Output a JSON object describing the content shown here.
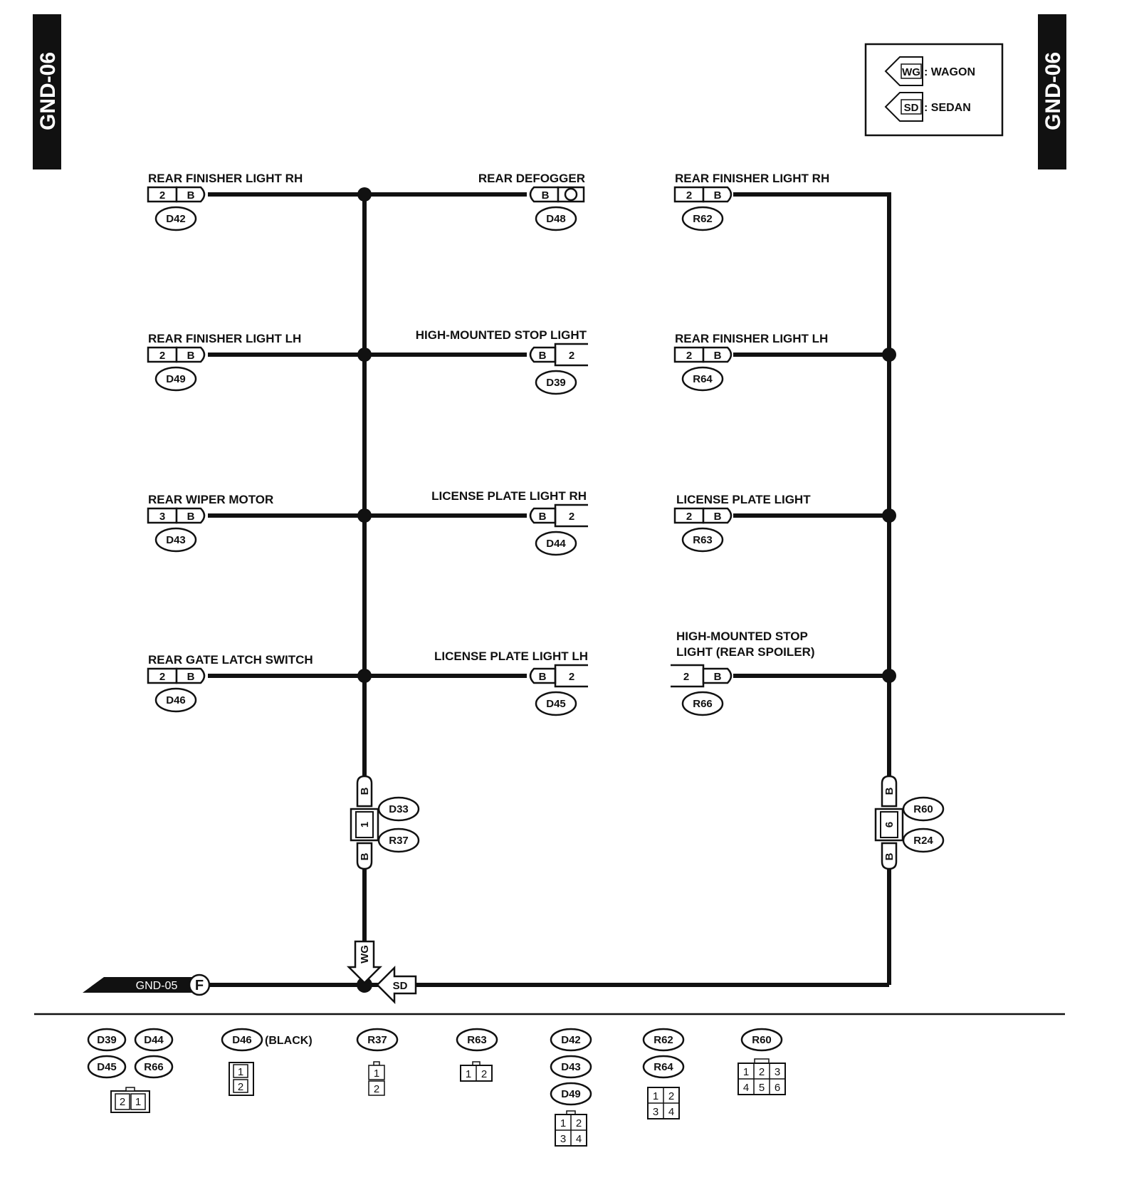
{
  "page": {
    "code_left": "GND-06",
    "code_right": "GND-06"
  },
  "legend": {
    "wagon_tag": "WG",
    "wagon_label": ": WAGON",
    "sedan_tag": "SD",
    "sedan_label": ": SEDAN"
  },
  "wagon_left": [
    {
      "label": "REAR FINISHER LIGHT RH",
      "pins": [
        "2",
        "B"
      ],
      "connector": "D42"
    },
    {
      "label": "REAR FINISHER LIGHT LH",
      "pins": [
        "2",
        "B"
      ],
      "connector": "D49"
    },
    {
      "label": "REAR WIPER MOTOR",
      "pins": [
        "3",
        "B"
      ],
      "connector": "D43"
    },
    {
      "label": "REAR GATE LATCH SWITCH",
      "pins": [
        "2",
        "B"
      ],
      "connector": "D46"
    }
  ],
  "wagon_right": [
    {
      "label": "REAR DEFOGGER",
      "pins": [
        "B"
      ],
      "connector": "D48"
    },
    {
      "label": "HIGH-MOUNTED STOP LIGHT",
      "pins": [
        "B",
        "2"
      ],
      "connector": "D39"
    },
    {
      "label": "LICENSE PLATE LIGHT RH",
      "pins": [
        "B",
        "2"
      ],
      "connector": "D44"
    },
    {
      "label": "LICENSE PLATE LIGHT LH",
      "pins": [
        "B",
        "2"
      ],
      "connector": "D45"
    }
  ],
  "sedan": [
    {
      "label": "REAR FINISHER LIGHT RH",
      "pins": [
        "2",
        "B"
      ],
      "connector": "R62"
    },
    {
      "label": "REAR FINISHER LIGHT LH",
      "pins": [
        "2",
        "B"
      ],
      "connector": "R64"
    },
    {
      "label": "LICENSE PLATE LIGHT",
      "pins": [
        "2",
        "B"
      ],
      "connector": "R63"
    },
    {
      "label_line1": "HIGH-MOUNTED STOP",
      "label_line2": "LIGHT (REAR SPOILER)",
      "pins": [
        "2",
        "B"
      ],
      "connector": "R66"
    }
  ],
  "wagon_joint": {
    "pin_top": "B",
    "pin_mid": "1",
    "pin_bottom": "B",
    "conn_a": "D33",
    "conn_b": "R37"
  },
  "sedan_joint": {
    "pin_top": "B",
    "pin_mid": "6",
    "pin_bottom": "B",
    "conn_a": "R60",
    "conn_b": "R24"
  },
  "ground": {
    "ref": "GND-05",
    "point": "F",
    "wagon_tag": "WG",
    "sedan_tag": "SD"
  },
  "connector_views": [
    {
      "names": [
        "D39",
        "D44",
        "D45",
        "R66"
      ],
      "grid": [
        [
          "2",
          "1"
        ]
      ]
    },
    {
      "names": [
        "D46"
      ],
      "note": "(BLACK)",
      "grid": [
        [
          "1"
        ],
        [
          "2"
        ]
      ]
    },
    {
      "names": [
        "R37"
      ],
      "grid": [
        [
          "1"
        ],
        [
          "2"
        ]
      ]
    },
    {
      "names": [
        "R63"
      ],
      "grid": [
        [
          "1",
          "2"
        ]
      ]
    },
    {
      "names": [
        "D42",
        "D43",
        "D49"
      ],
      "grid": [
        [
          "1",
          "2"
        ],
        [
          "3",
          "4"
        ]
      ]
    },
    {
      "names": [
        "R62",
        "R64"
      ],
      "grid": [
        [
          "1",
          "2"
        ],
        [
          "3",
          "4"
        ]
      ]
    },
    {
      "names": [
        "R60"
      ],
      "grid": [
        [
          "1",
          "2",
          "3"
        ],
        [
          "4",
          "5",
          "6"
        ]
      ]
    }
  ]
}
